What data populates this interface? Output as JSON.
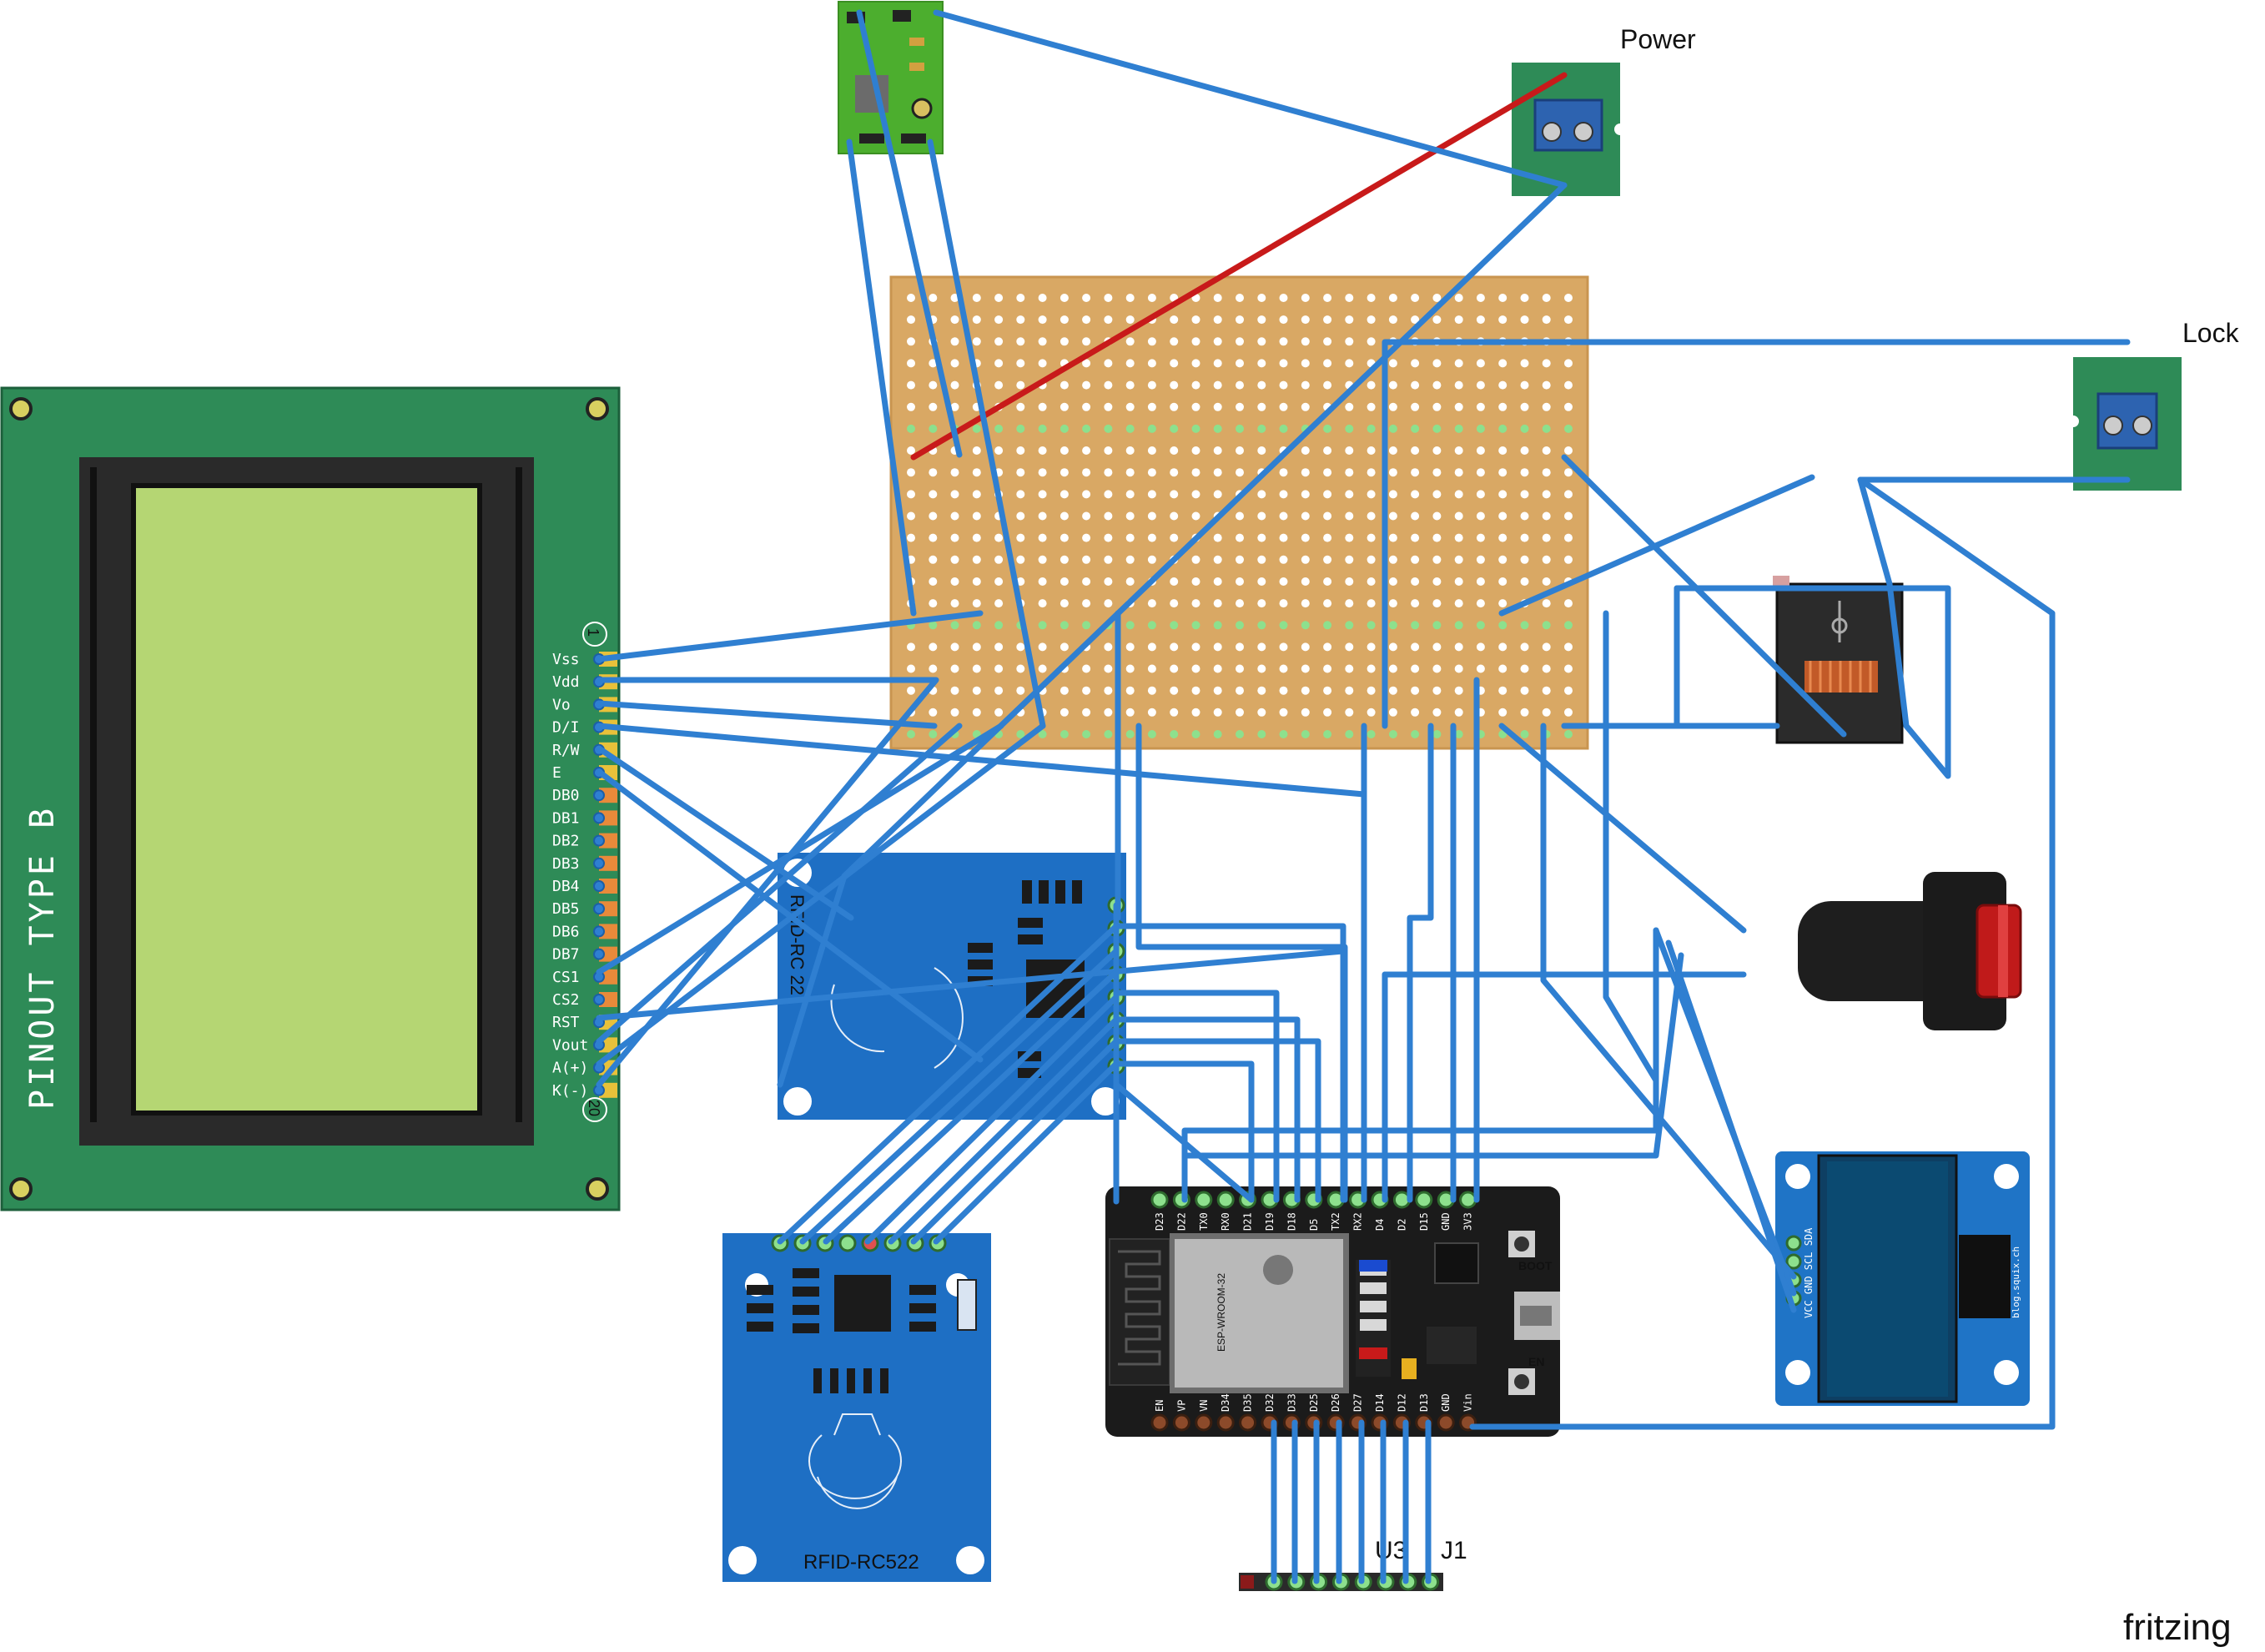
{
  "labels": {
    "power": "Power",
    "lock": "Lock",
    "lcd_title": "PINOUT TYPE B",
    "lcd_pin_first": "1",
    "lcd_pin_last": "20",
    "rfid_top": "RFID-RC 22",
    "rfid_bottom": "RFID-RC522",
    "esp_module": "ESP-WROOM-32",
    "esp_boot": "BOOT",
    "esp_en": "EN",
    "header_u3": "U3",
    "header_j1": "J1",
    "oled_pins": "VCC GND SCL SDA",
    "oled_side": "blog.squix.ch",
    "watermark": "fritzing"
  },
  "lcd_pins": [
    "Vss",
    "Vdd",
    "Vo",
    "D/I",
    "R/W",
    "E",
    "DB0",
    "DB1",
    "DB2",
    "DB3",
    "DB4",
    "DB5",
    "DB6",
    "DB7",
    "CS1",
    "CS2",
    "RST",
    "Vout",
    "A(+)",
    "K(-)"
  ],
  "esp_top_pins": [
    "D23",
    "D22",
    "TX0",
    "RX0",
    "D21",
    "D19",
    "D18",
    "D5",
    "TX2",
    "RX2",
    "D4",
    "D2",
    "D15",
    "GND",
    "3V3"
  ],
  "esp_bottom_pins": [
    "EN",
    "VP",
    "VN",
    "D34",
    "D35",
    "D32",
    "D33",
    "D25",
    "D26",
    "D27",
    "D14",
    "D12",
    "D13",
    "GND",
    "Vin"
  ],
  "colors": {
    "wire": "#2f7fd1",
    "power_wire": "#c81a1a",
    "pcb_green": "#2e8b57",
    "lcd_screen": "#b5d673",
    "stripboard": "#d9a864",
    "rfid_blue": "#1e6fc4",
    "esp_black": "#1b1b1b",
    "oled_blue": "#1f74c6"
  },
  "icons": {
    "terminal": "screw-terminal-icon",
    "relay": "relay-icon",
    "button": "push-button-icon",
    "regulator": "buck-converter-icon"
  }
}
